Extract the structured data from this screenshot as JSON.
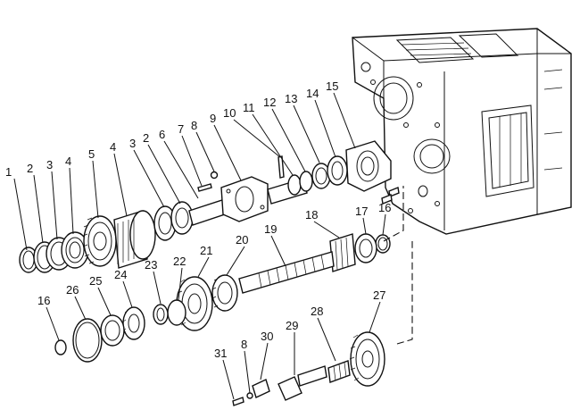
{
  "labels": [
    {
      "id": "1",
      "text": "1"
    },
    {
      "id": "2a",
      "text": "2"
    },
    {
      "id": "3a",
      "text": "3"
    },
    {
      "id": "4a",
      "text": "4"
    },
    {
      "id": "5",
      "text": "5"
    },
    {
      "id": "4b",
      "text": "4"
    },
    {
      "id": "3b",
      "text": "3"
    },
    {
      "id": "2b",
      "text": "2"
    },
    {
      "id": "6",
      "text": "6"
    },
    {
      "id": "7",
      "text": "7"
    },
    {
      "id": "8a",
      "text": "8"
    },
    {
      "id": "9",
      "text": "9"
    },
    {
      "id": "10",
      "text": "10"
    },
    {
      "id": "11",
      "text": "11"
    },
    {
      "id": "12",
      "text": "12"
    },
    {
      "id": "13",
      "text": "13"
    },
    {
      "id": "14",
      "text": "14"
    },
    {
      "id": "15",
      "text": "15"
    },
    {
      "id": "16a",
      "text": "16"
    },
    {
      "id": "17",
      "text": "17"
    },
    {
      "id": "18",
      "text": "18"
    },
    {
      "id": "19",
      "text": "19"
    },
    {
      "id": "20",
      "text": "20"
    },
    {
      "id": "21",
      "text": "21"
    },
    {
      "id": "22",
      "text": "22"
    },
    {
      "id": "23",
      "text": "23"
    },
    {
      "id": "24",
      "text": "24"
    },
    {
      "id": "25",
      "text": "25"
    },
    {
      "id": "26",
      "text": "26"
    },
    {
      "id": "16b",
      "text": "16"
    },
    {
      "id": "27",
      "text": "27"
    },
    {
      "id": "28",
      "text": "28"
    },
    {
      "id": "29",
      "text": "29"
    },
    {
      "id": "30",
      "text": "30"
    },
    {
      "id": "8b",
      "text": "8"
    },
    {
      "id": "31",
      "text": "31"
    }
  ]
}
